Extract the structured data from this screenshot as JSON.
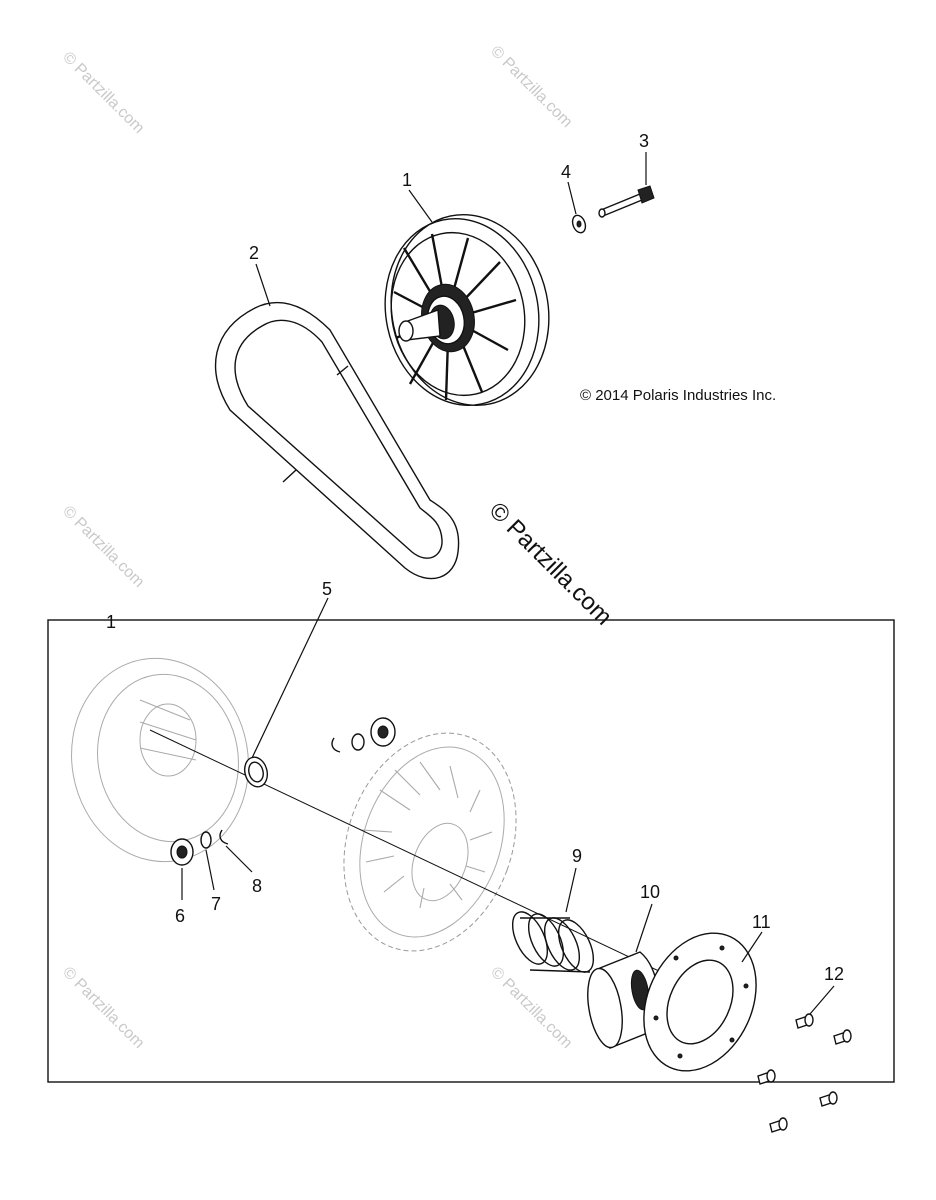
{
  "copyright": "© 2014 Polaris Industries Inc.",
  "watermark_center": "© Partzilla.com",
  "watermark_small": "© Partzilla.com",
  "callouts": {
    "c1_top": "1",
    "c2": "2",
    "c3": "3",
    "c4": "4",
    "c1_box": "1",
    "c5": "5",
    "c6": "6",
    "c7": "7",
    "c8": "8",
    "c9": "9",
    "c10": "10",
    "c11": "11",
    "c12": "12"
  }
}
